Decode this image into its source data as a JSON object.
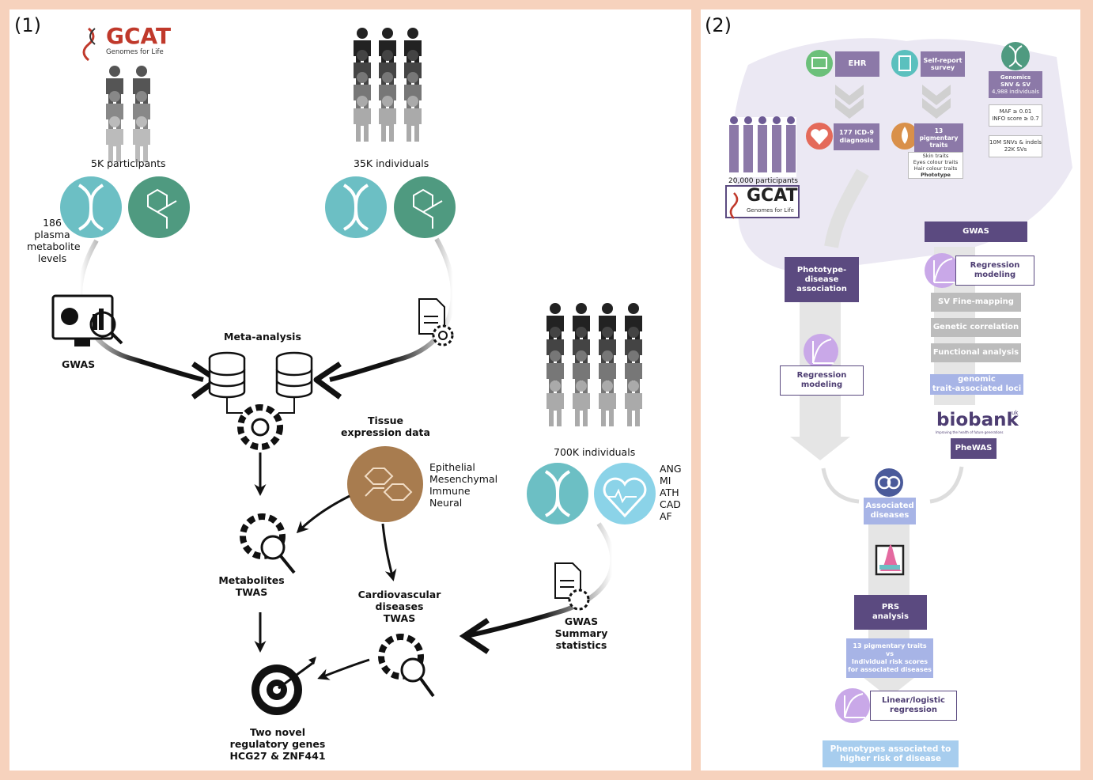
{
  "panel1": {
    "number": "(1)",
    "gcat_logo": "GCAT",
    "gcat_sub": "Genomes for Life",
    "participants_5k": "5K participants",
    "individuals_35k": "35K individuals",
    "individuals_700k": "700K individuals",
    "metabolite_levels": [
      "186",
      "plasma",
      "metabolite",
      "levels"
    ],
    "gwas": "GWAS",
    "meta_analysis": "Meta-analysis",
    "tissue_title": [
      "Tissue",
      "expression data"
    ],
    "tissue_types": [
      "Epithelial",
      "Mesenchymal",
      "Immune",
      "Neural"
    ],
    "diseases": [
      "ANG",
      "MI",
      "ATH",
      "CAD",
      "AF"
    ],
    "metabolites_twas": [
      "Metabolites",
      "TWAS"
    ],
    "cvd_twas": [
      "Cardiovascular",
      "diseases",
      "TWAS"
    ],
    "gwas_summary": [
      "GWAS",
      "Summary",
      "statistics"
    ],
    "result": [
      "Two novel",
      "regulatory genes",
      "HCG27 & ZNF441"
    ]
  },
  "panel2": {
    "number": "(2)",
    "ehr": "EHR",
    "self_report": [
      "Self-report",
      "survey"
    ],
    "genomics": [
      "Genomics",
      "SNV & SV",
      "4,988 individuals"
    ],
    "maf_filter": [
      "MAF ≥ 0.01",
      "INFO score ≥ 0.7"
    ],
    "variants": [
      "10M SNVs & indels",
      "22K SVs"
    ],
    "icd9": [
      "177 ICD-9",
      "diagnosis"
    ],
    "pigmentary": [
      "13",
      "pigmentary",
      "traits"
    ],
    "pigment_list": [
      "Skin traits",
      "Eyes colour traits",
      "Hair colour traits",
      "Phototype"
    ],
    "participants_20k": "20,000 participants",
    "gcat_logo": "GCAT",
    "gcat_sub": "Genomes for Life",
    "gwas": "GWAS",
    "phototype_assoc": [
      "Phototype-",
      "disease",
      "association"
    ],
    "regression_modeling": [
      "Regression",
      "modeling"
    ],
    "sv_fine_mapping": "SV Fine-mapping",
    "genetic_correlation": "Genetic correlation",
    "functional_analysis": "Functional analysis",
    "genomic_loci": [
      "genomic",
      "trait-associated loci"
    ],
    "biobank_logo": "biobank",
    "biobank_uk": "uk",
    "biobank_tagline": "Improving the health of future generations",
    "phewas": "PheWAS",
    "associated_diseases": [
      "Associated",
      "diseases"
    ],
    "prs_analysis": [
      "PRS",
      "analysis"
    ],
    "prs_vs": [
      "13 pigmentary traits",
      "vs",
      "Individual risk scores",
      "for associated diseases"
    ],
    "linear_logistic": [
      "Linear/logistic",
      "regression"
    ],
    "final_result": [
      "Phenotypes associated to",
      "higher risk of disease"
    ]
  },
  "colors": {
    "background": "#f6d2bd",
    "dna_teal": "#6cbfc4",
    "molecule_green": "#4f9a80",
    "tissue_brown": "#a87c4f",
    "heart_blue": "#8bd3e8",
    "purple_dark": "#5b4a80",
    "purple_mid": "#8c79a8",
    "purple_light": "#c9a8e8",
    "arrow_gray": "#d9d9d9",
    "box_blue": "#a7b4e6",
    "box_sky": "#a7cdee",
    "ehr_green": "#6cc07a",
    "survey_teal": "#5bc0be",
    "icd_red": "#e46a5a",
    "pigment_orange": "#d9904a"
  }
}
